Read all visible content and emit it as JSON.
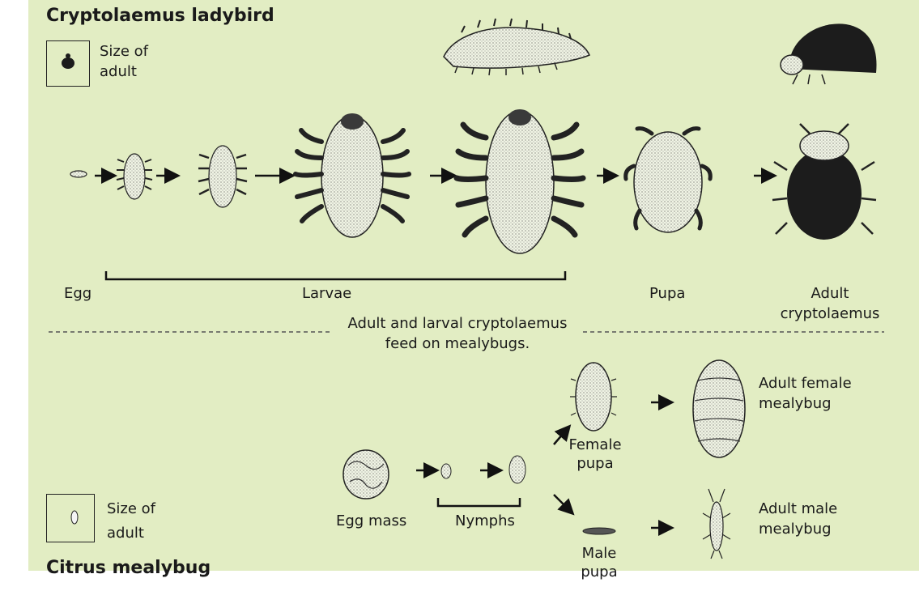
{
  "ladybird": {
    "title": "Cryptolaemus ladybird",
    "size_label_line1": "Size of",
    "size_label_line2": "adult",
    "stages": {
      "egg": "Egg",
      "larvae": "Larvae",
      "pupa": "Pupa",
      "adult_line1": "Adult",
      "adult_line2": "cryptolaemus"
    }
  },
  "divider_note": {
    "line1": "Adult and larval cryptolaemus",
    "line2": "feed on mealybugs."
  },
  "mealybug": {
    "title": "Citrus mealybug",
    "size_label_line1": "Size of",
    "size_label_line2": "adult",
    "stages": {
      "egg_mass": "Egg mass",
      "nymphs": "Nymphs",
      "female_pupa_line1": "Female",
      "female_pupa_line2": "pupa",
      "male_pupa_line1": "Male",
      "male_pupa_line2": "pupa",
      "adult_female_line1": "Adult female",
      "adult_female_line2": "mealybug",
      "adult_male_line1": "Adult male",
      "adult_male_line2": "mealybug"
    }
  },
  "colors": {
    "background": "#e2edc3",
    "ink": "#1a1a1a",
    "beetle_shell": "#1c1c1c"
  }
}
